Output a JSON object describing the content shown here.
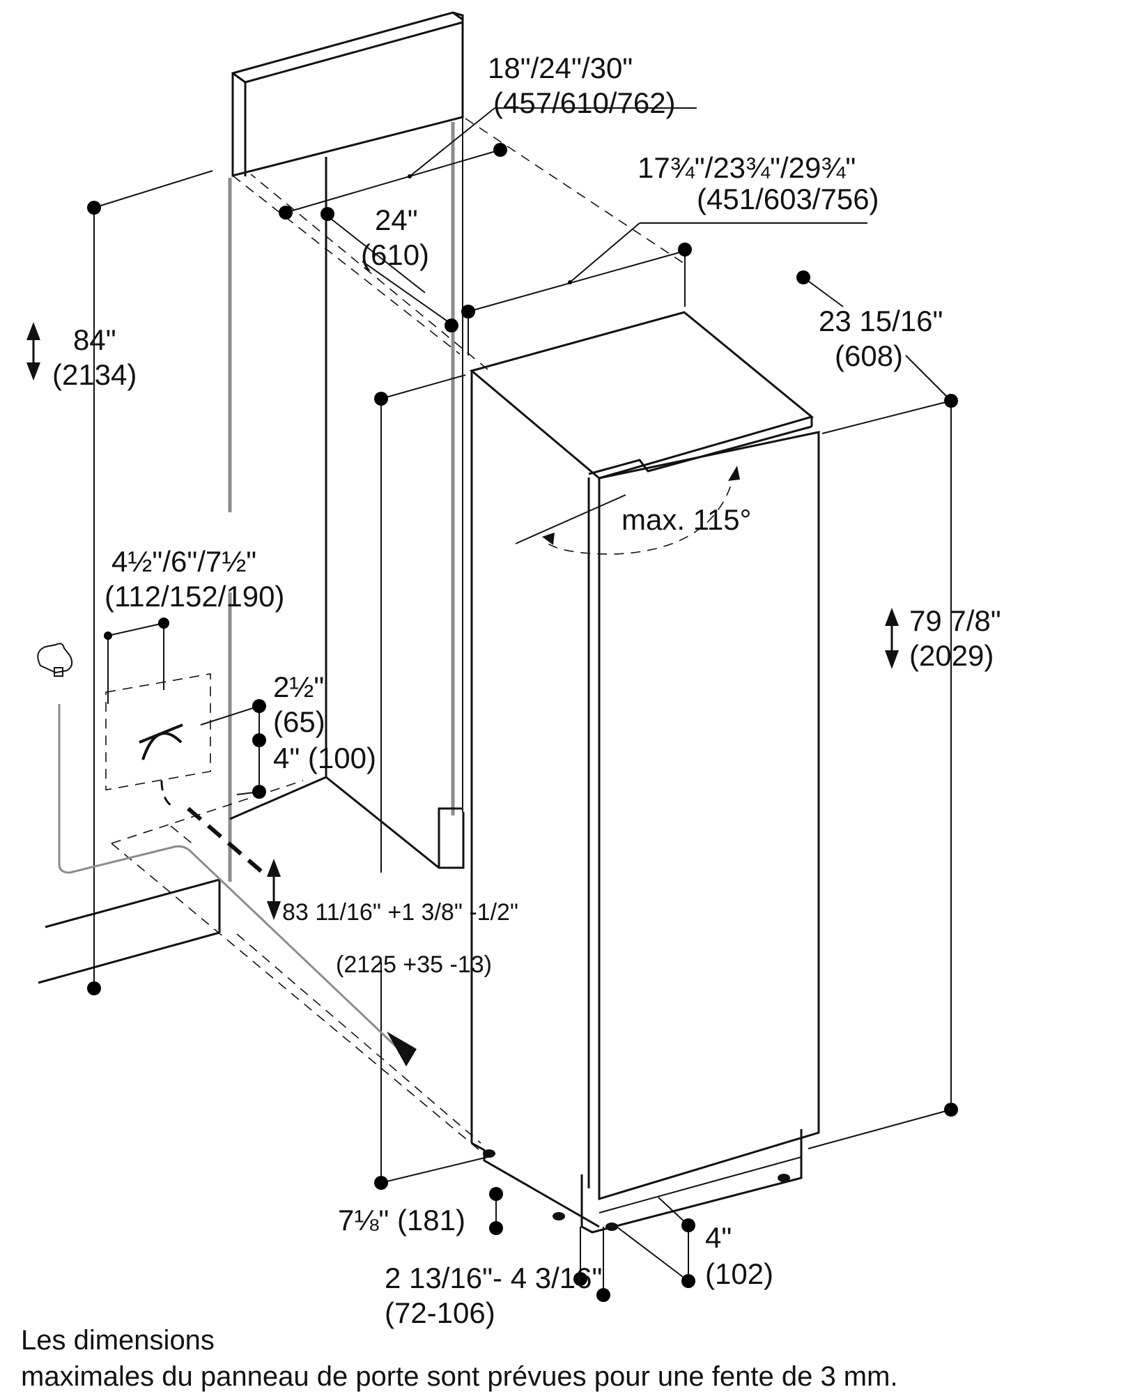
{
  "dimensions": {
    "panel_width": {
      "in": "18\"/24\"/30\"",
      "mm": "(457/610/762)"
    },
    "niche_width": {
      "in": "17¾\"/23¾\"/29¾\"",
      "mm": "(451/603/756)"
    },
    "niche_depth": {
      "in": "24\"",
      "mm": "(610)"
    },
    "total_height": {
      "in": "84\"",
      "mm": "(2134)"
    },
    "appliance_depth": {
      "in": "23 15/16\"",
      "mm": "(608)"
    },
    "door_swing": "max. 115°",
    "appliance_height": {
      "in": "79 7/8\"",
      "mm": "(2029)"
    },
    "outlet_offset": {
      "in": "4½\"/6\"/7½\"",
      "mm": "(112/152/190)"
    },
    "outlet_h1": {
      "in": "2½\"",
      "mm": "(65)"
    },
    "outlet_h2": "4\" (100)",
    "niche_height": {
      "in": "83 11/16\" +1 3/8\" -1/2\"",
      "mm": "(2125 +35 -13)"
    },
    "plinth": "7⅛\" (181)",
    "foot_depth": {
      "in": "4\"",
      "mm": "(102)"
    },
    "foot_height": {
      "in": "2 13/16\"- 4 3/16\"",
      "mm": "(72-106)"
    }
  },
  "note": {
    "line1": "Les dimensions",
    "line2": "maximales du panneau de porte sont prévues pour une fente de 3 mm."
  }
}
